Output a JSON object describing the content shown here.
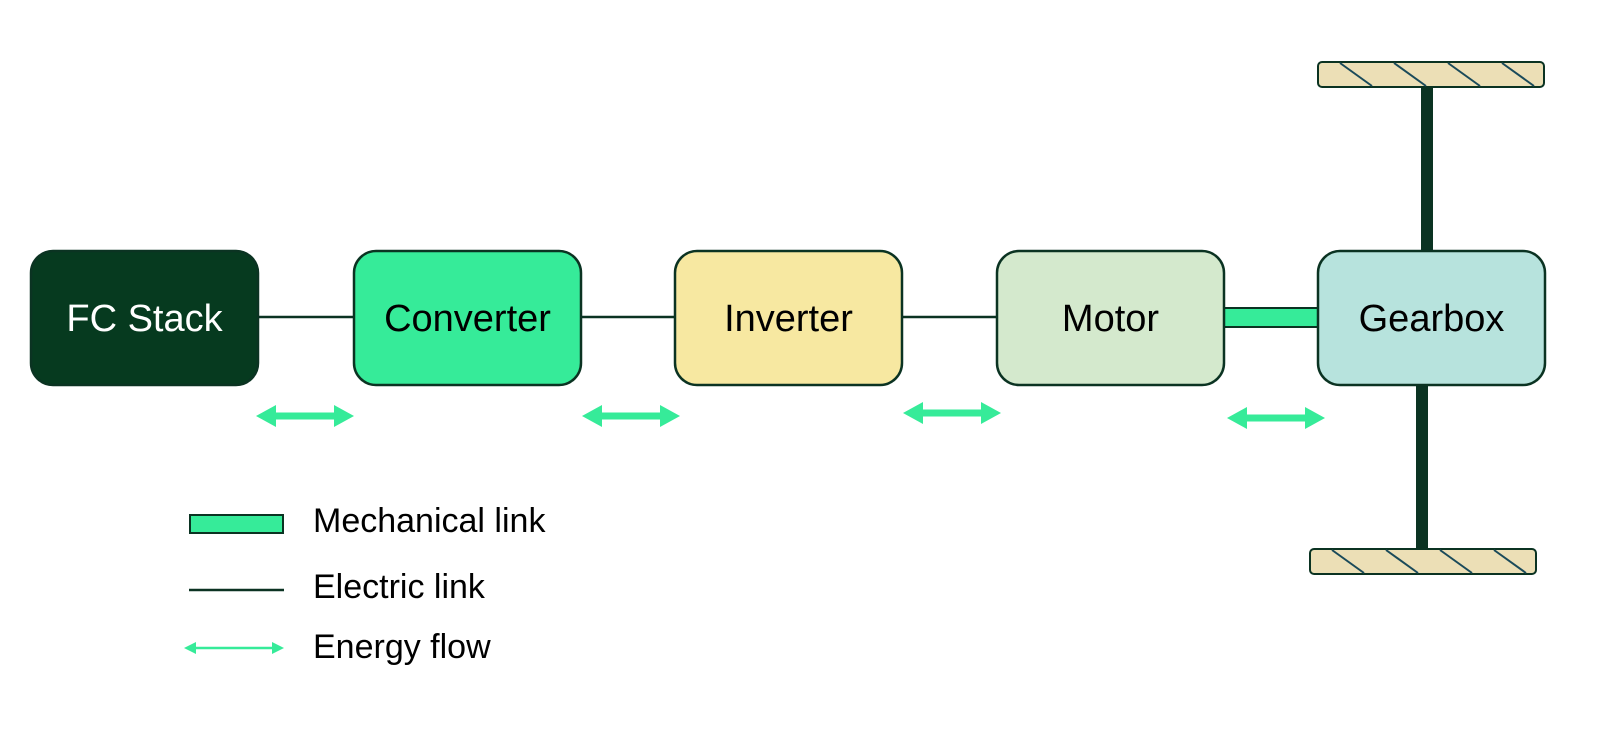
{
  "nodes": [
    {
      "id": "fc-stack",
      "label": "FC Stack",
      "fill": "#063a1f",
      "text_color": "#ffffff"
    },
    {
      "id": "converter",
      "label": "Converter",
      "fill": "#36eb99",
      "text_color": "#000000"
    },
    {
      "id": "inverter",
      "label": "Inverter",
      "fill": "#f7e8a1",
      "text_color": "#000000"
    },
    {
      "id": "motor",
      "label": "Motor",
      "fill": "#d4e9cd",
      "text_color": "#000000"
    },
    {
      "id": "gearbox",
      "label": "Gearbox",
      "fill": "#b7e3dd",
      "text_color": "#000000"
    }
  ],
  "links": [
    {
      "from": "fc-stack",
      "to": "converter",
      "type": "electric"
    },
    {
      "from": "converter",
      "to": "inverter",
      "type": "electric"
    },
    {
      "from": "inverter",
      "to": "motor",
      "type": "electric"
    },
    {
      "from": "motor",
      "to": "gearbox",
      "type": "mechanical"
    }
  ],
  "energy_flows": [
    {
      "between": [
        "fc-stack",
        "converter"
      ],
      "direction": "bidirectional"
    },
    {
      "between": [
        "converter",
        "inverter"
      ],
      "direction": "bidirectional"
    },
    {
      "between": [
        "inverter",
        "motor"
      ],
      "direction": "bidirectional"
    },
    {
      "between": [
        "motor",
        "gearbox"
      ],
      "direction": "bidirectional"
    }
  ],
  "wheels": [
    {
      "id": "wheel-top"
    },
    {
      "id": "wheel-bottom"
    }
  ],
  "legend": {
    "mechanical": "Mechanical link",
    "electric": "Electric link",
    "energy": "Energy flow"
  },
  "colors": {
    "stroke": "#0b3322",
    "mechanical_fill": "#36eb99",
    "energy_arrow": "#36eb99",
    "wheel_fill": "#ecdfb6",
    "wheel_hatch": "#1a4a5a",
    "axle": "#0b3322"
  }
}
